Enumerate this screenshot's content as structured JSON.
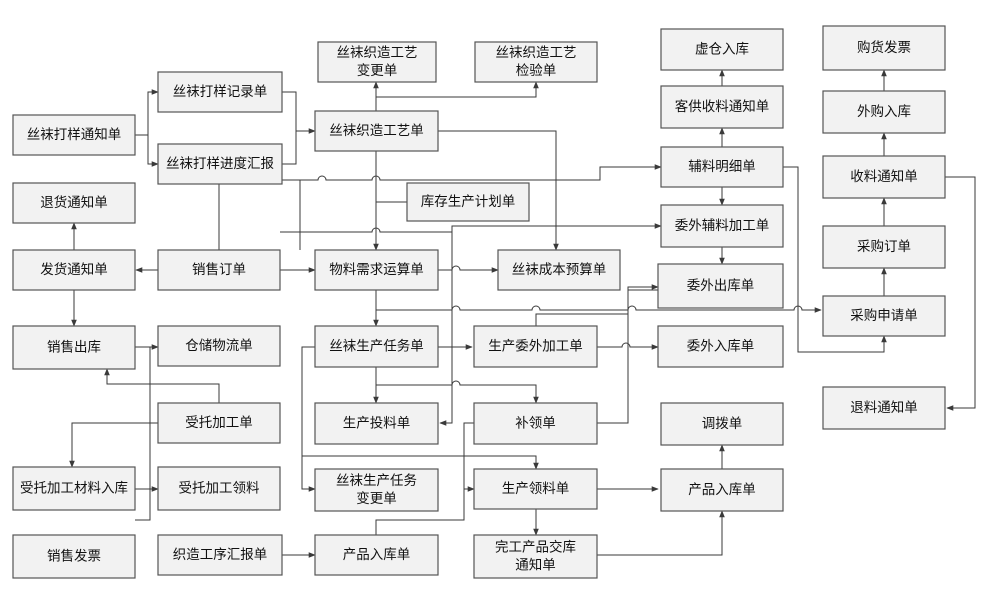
{
  "nodes": [
    {
      "id": "n_notify",
      "lines": [
        "丝袜打样通知单"
      ]
    },
    {
      "id": "n_record",
      "lines": [
        "丝袜打样记录单"
      ]
    },
    {
      "id": "n_progress",
      "lines": [
        "丝袜打样进度汇报"
      ]
    },
    {
      "id": "n_change",
      "lines": [
        "丝袜织造工艺",
        "变更单"
      ]
    },
    {
      "id": "n_inspect",
      "lines": [
        "丝袜织造工艺",
        "检验单"
      ]
    },
    {
      "id": "n_process",
      "lines": [
        "丝袜织造工艺单"
      ]
    },
    {
      "id": "n_stockplan",
      "lines": [
        "库存生产计划单"
      ]
    },
    {
      "id": "n_return",
      "lines": [
        "退货通知单"
      ]
    },
    {
      "id": "n_ship",
      "lines": [
        "发货通知单"
      ]
    },
    {
      "id": "n_order",
      "lines": [
        "销售订单"
      ]
    },
    {
      "id": "n_mrp",
      "lines": [
        "物料需求运算单"
      ]
    },
    {
      "id": "n_budget",
      "lines": [
        "丝袜成本预算单"
      ]
    },
    {
      "id": "n_salesout",
      "lines": [
        "销售出库"
      ]
    },
    {
      "id": "n_logistics",
      "lines": [
        "仓储物流单"
      ]
    },
    {
      "id": "n_task",
      "lines": [
        "丝袜生产任务单"
      ]
    },
    {
      "id": "n_outsource",
      "lines": [
        "生产委外加工单"
      ]
    },
    {
      "id": "n_entrust",
      "lines": [
        "受托加工单"
      ]
    },
    {
      "id": "n_issue",
      "lines": [
        "生产投料单"
      ]
    },
    {
      "id": "n_supp",
      "lines": [
        "补领单"
      ]
    },
    {
      "id": "n_entrust_in",
      "lines": [
        "受托加工材料入库"
      ]
    },
    {
      "id": "n_entrust_pick",
      "lines": [
        "受托加工领料"
      ]
    },
    {
      "id": "n_task_change",
      "lines": [
        "丝袜生产任务",
        "变更单"
      ]
    },
    {
      "id": "n_pick",
      "lines": [
        "生产领料单"
      ]
    },
    {
      "id": "n_invoice",
      "lines": [
        "销售发票"
      ]
    },
    {
      "id": "n_report",
      "lines": [
        "织造工序汇报单"
      ]
    },
    {
      "id": "n_prod_in1",
      "lines": [
        "产品入库单"
      ]
    },
    {
      "id": "n_finish",
      "lines": [
        "完工产品交库",
        "通知单"
      ]
    },
    {
      "id": "n_virtual",
      "lines": [
        "虚仓入库"
      ]
    },
    {
      "id": "n_custnotice",
      "lines": [
        "客供收料通知单"
      ]
    },
    {
      "id": "n_auxdetail",
      "lines": [
        "辅料明细单"
      ]
    },
    {
      "id": "n_auxout",
      "lines": [
        "委外辅料加工单"
      ]
    },
    {
      "id": "n_outstock",
      "lines": [
        "委外出库单"
      ]
    },
    {
      "id": "n_outin",
      "lines": [
        "委外入库单"
      ]
    },
    {
      "id": "n_transfer",
      "lines": [
        "调拨单"
      ]
    },
    {
      "id": "n_prod_in2",
      "lines": [
        "产品入库单"
      ]
    },
    {
      "id": "n_purinv",
      "lines": [
        "购货发票"
      ]
    },
    {
      "id": "n_purin",
      "lines": [
        "外购入库"
      ]
    },
    {
      "id": "n_recv",
      "lines": [
        "收料通知单"
      ]
    },
    {
      "id": "n_po",
      "lines": [
        "采购订单"
      ]
    },
    {
      "id": "n_pr",
      "lines": [
        "采购申请单"
      ]
    },
    {
      "id": "n_retmat",
      "lines": [
        "退料通知单"
      ]
    }
  ]
}
